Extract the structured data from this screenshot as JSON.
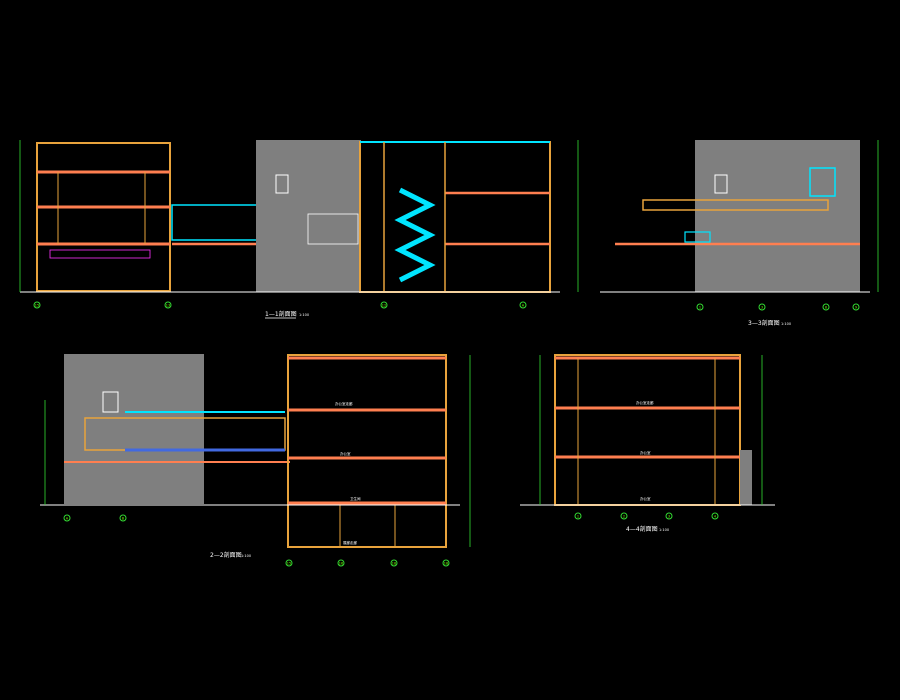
{
  "colors": {
    "background": "#000000",
    "wall_fill": "#7f7f7f",
    "structure": "#e8a33c",
    "slab": "#ff7f50",
    "glass": "#00e5ff",
    "dimension": "#33dd33",
    "annotation": "#ffffff",
    "highlight": "#ff33ff",
    "accent": "#ffff00"
  },
  "sections": [
    {
      "id": "s1",
      "title": "1—1剖面图",
      "scale": "1:100",
      "axis_labels": [
        "15",
        "13",
        "12",
        "A"
      ]
    },
    {
      "id": "s3",
      "title": "3—3剖面图",
      "scale": "1:100",
      "axis_labels": [
        "1",
        "3",
        "8",
        "9"
      ]
    },
    {
      "id": "s2",
      "title": "2—2剖面图",
      "scale": "1:100",
      "axis_labels": [
        "A",
        "B",
        "15",
        "16",
        "18",
        "18"
      ]
    },
    {
      "id": "s4",
      "title": "4—4剖面图",
      "scale": "1:100",
      "axis_labels": [
        "1",
        "2",
        "3",
        "4"
      ]
    }
  ],
  "room_labels": {
    "s2_rooms": [
      "办公室走廊",
      "办公室",
      "卫生间",
      "展廊走廊"
    ],
    "s4_rooms": [
      "办公室走廊",
      "办公室",
      "办公室"
    ]
  }
}
